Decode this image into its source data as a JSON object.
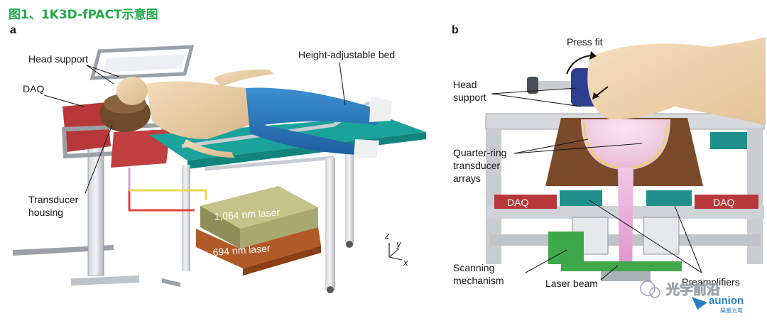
{
  "figure": {
    "title": "图1、1K3D-fPACT示意图",
    "panel_a": "a",
    "panel_b": "b"
  },
  "panel_a_labels": {
    "head_support": "Head support",
    "daq": "DAQ",
    "bed": "Height-adjustable bed",
    "transducer_1": "Transducer",
    "transducer_2": "housing",
    "laser_1064": "1,064 nm laser",
    "laser_694": "694 nm laser",
    "axis_z": "z",
    "axis_y": "y",
    "axis_x": "x"
  },
  "panel_b_labels": {
    "press_fit": "Press fit",
    "head_1": "Head",
    "head_2": "support",
    "qr_1": "Quarter-ring",
    "qr_2": "transducer",
    "qr_3": "arrays",
    "daq_left": "DAQ",
    "daq_right": "DAQ",
    "scan_1": "Scanning",
    "scan_2": "mechanism",
    "laser_beam": "Laser beam",
    "preamp": "Preamplifiers"
  },
  "watermark": {
    "text": "光学前沿",
    "brand": "aunion",
    "brand_sub": "昊量光电"
  },
  "colors": {
    "title_green": "#23a94b",
    "bed_teal": "#1aa39a",
    "laser_1064": "#a9a86e",
    "laser_694": "#b25a27",
    "daq_red": "#b8383a",
    "brace_brown": "#7a4a2a",
    "beam_pink": "#e9a6d6",
    "scanner_green": "#3fa84a"
  }
}
